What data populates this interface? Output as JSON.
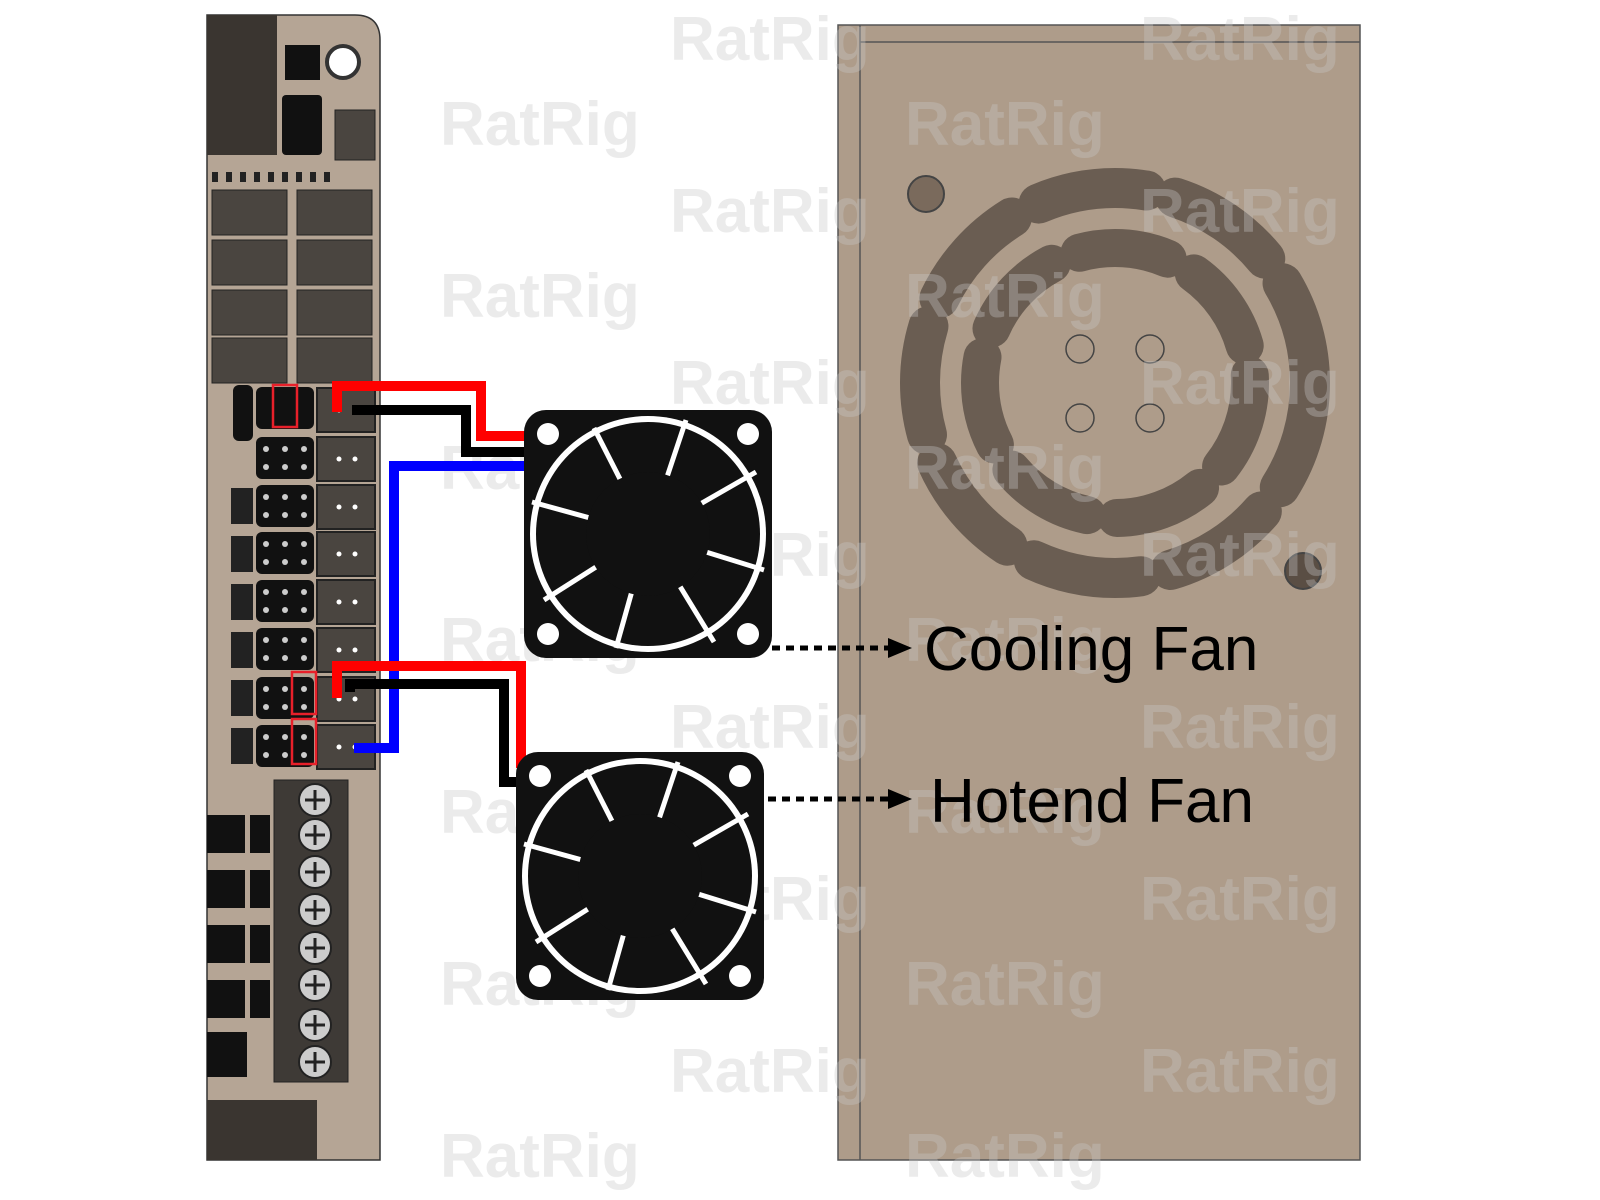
{
  "labels": {
    "cooling_fan": "Cooling Fan",
    "hotend_fan": "Hotend Fan"
  },
  "watermark": "RatRig",
  "colors": {
    "board": "#b5a595",
    "psu": "#ae9c8a",
    "wire_positive": "#ff0000",
    "wire_ground": "#000000",
    "wire_tach": "#0000ff",
    "fan_body": "#111111",
    "jumper_highlight": "#e8202a"
  }
}
